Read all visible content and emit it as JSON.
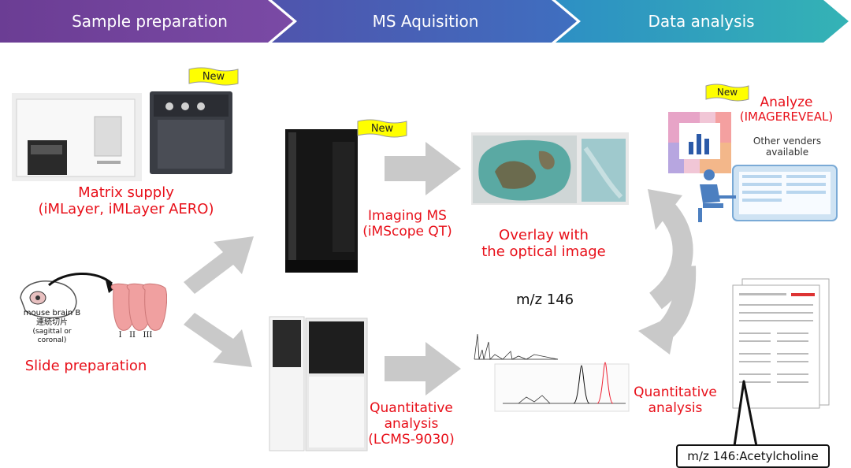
{
  "workflow": {
    "steps": [
      {
        "label": "Sample preparation",
        "color": "#6b3d94"
      },
      {
        "label": "MS Aquisition",
        "color": "#4a63b4"
      },
      {
        "label": "Data analysis",
        "color": "#2fa6b9"
      }
    ]
  },
  "badges": {
    "new": "New"
  },
  "labels": {
    "matrix_supply": "Matrix supply",
    "matrix_models": "(iMLayer,  iMLayer AERO)",
    "imaging_ms": "Imaging MS",
    "imaging_model": "(iMScope QT)",
    "overlay_1": "Overlay with",
    "overlay_2": "the optical image",
    "analyze": "Analyze",
    "analyze_software": "(IMAGEREVEAL)",
    "other_venders_1": "Other venders",
    "other_venders_2": "available",
    "slide_preparation": "Slide preparation",
    "mouse_brain": "mouse brain  B",
    "serial_sections": "連続切片",
    "section_plane": "(sagittal or coronal)",
    "section_numbers": "I   II   III",
    "mz": "m/z 146",
    "quant_left_1": "Quantitative",
    "quant_left_2": "analysis",
    "quant_left_3": "(LCMS-9030)",
    "quant_right_1": "Quantitative",
    "quant_right_2": "analysis",
    "callout": "m/z 146:Acetylcholine"
  },
  "colors": {
    "label_red": "#e8101a",
    "arrow_gray": "#c8c8c8",
    "badge_yellow": "#ffff00"
  }
}
